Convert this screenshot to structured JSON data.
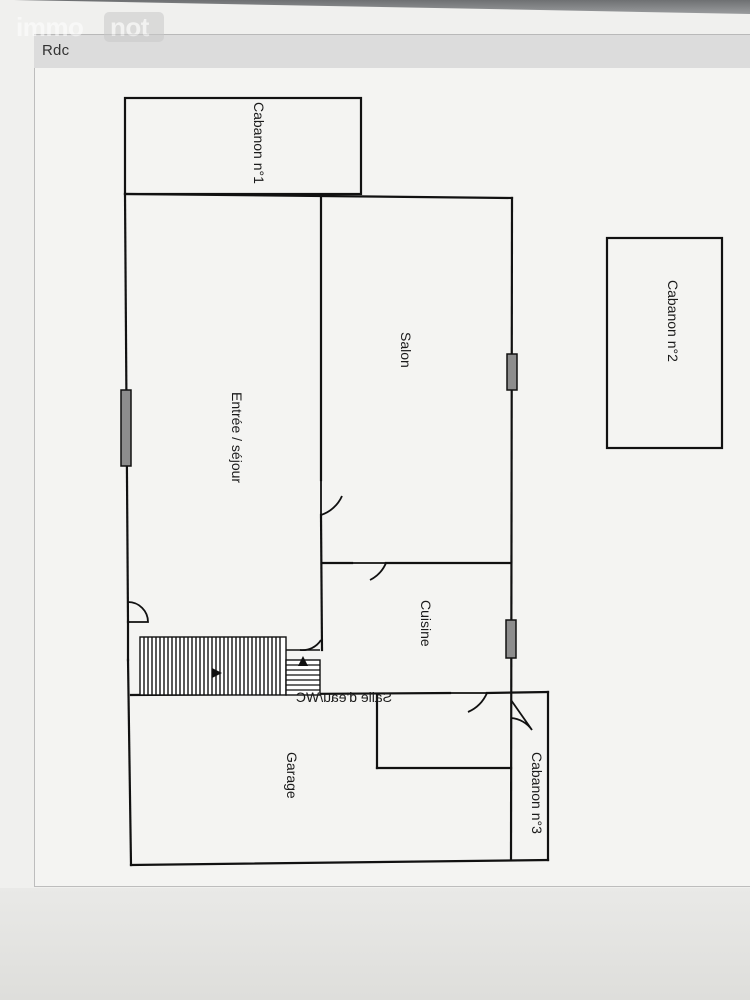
{
  "watermark": {
    "part1": "immo",
    "part2": "not"
  },
  "header": {
    "title": "Rdc"
  },
  "rooms": {
    "cabanon1": "Cabanon n°1",
    "salon": "Salon",
    "entree": "Entrée / séjour",
    "cabanon2": "Cabanon n°2",
    "cuisine": "Cuisine",
    "salle_eau": "Salle d'eau/WC",
    "garage": "Garage",
    "cabanon3": "Cabanon n°3"
  }
}
